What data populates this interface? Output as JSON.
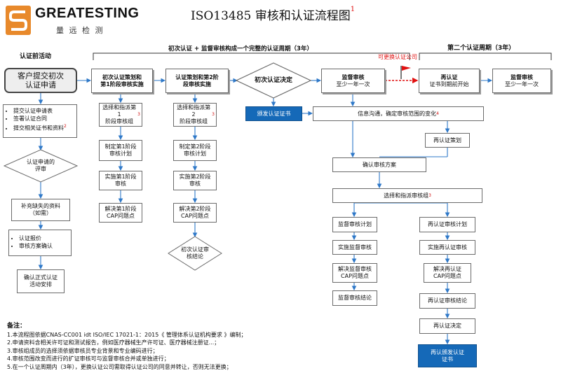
{
  "logo": {
    "brand": "GREATESTING",
    "sub": "量 远 检 测"
  },
  "title": {
    "text": "ISO13485 审核和认证流程图",
    "mark": "1"
  },
  "sections": {
    "pre": "认证前活动",
    "first": "初次认证 + 监督审核构成一个完整的认证周期（3年）",
    "second": "第二个认证周期（3年）",
    "change": "可更换认证公司"
  },
  "pre": {
    "start": "客户提交初次\n认证申请",
    "list1": [
      "提交认证申请表",
      "签署认证合同",
      "提交相关证书和资料"
    ],
    "list1_mark": "2",
    "review": "认证申请的\n评审",
    "supplement": "补充缺失的资料\n（如需）",
    "list2": [
      "认证报价",
      "审核方案确认"
    ],
    "confirm": "确认正式认证\n活动安排"
  },
  "s1": {
    "header": "初次认证策划和\n第1阶段审核实施",
    "steps": [
      "选择和指派第1\n阶段审核组",
      "制定第1阶段\n审核计划",
      "实施第1阶段\n审核",
      "解决第1阶段\nCAP问题点"
    ],
    "mark": "3"
  },
  "s2": {
    "header": "认证策划和第2阶\n段审核实施",
    "steps": [
      "选择和指派第2\n阶段审核组",
      "制定第2阶段\n审核计划",
      "实施第2阶段\n审核",
      "解决第2阶段\nCAP问题点"
    ],
    "conclusion": "初次认证审\n核结论",
    "mark": "3"
  },
  "decision": {
    "text": "初次认证决定",
    "issue": "颁发认证证书"
  },
  "surv": {
    "header": "监督审核",
    "header_sub": "至少一年一次",
    "info": "信息沟通，确定审核范围的变化",
    "info_mark": "4",
    "confirm": "确认审核方案",
    "select": "选择和指派审核组",
    "select_mark": "3",
    "steps": [
      "监督审核计划",
      "实施监督审核",
      "解决监督审核\nCAP问题点",
      "监督审核结论"
    ]
  },
  "recert": {
    "header": "再认证",
    "header_sub": "证书到期前开始",
    "plan": "再认证策划",
    "steps": [
      "再认证审核计划",
      "实施再认证审核",
      "解决再认证\nCAP问题点",
      "再认证审核结论",
      "再认证决定",
      "再认颁发认证\n证书"
    ],
    "surv_header": "监督审核",
    "surv_sub": "至少一年一次"
  },
  "notes": {
    "title": "备注：",
    "items": [
      "1.本流程图依据CNAS-CC001 idt ISO/IEC 17021-1：2015《 管理体系认证机构要求 》编制；",
      "2.申请资料含相关许可证和测试报告，例如医疗器械生产许可证、医疗器械注册证...；",
      "3.审核组成员的选择须依据审核员专业背景和专业编码进行；",
      "4.审核范围改变而进行的扩证审核可与监督审核合并或单独进行；",
      "5.在一个认证周期内（3年），更换认证公司需取得认证公司的同意并转让，否则无法更换；"
    ]
  },
  "colors": {
    "accent": "#1a6cc4",
    "brand_orange": "#e8892b",
    "red": "#e01010",
    "box_blue": "#1569b8"
  }
}
